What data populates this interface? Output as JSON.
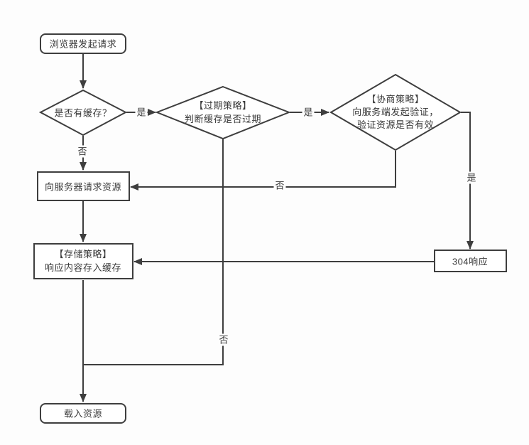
{
  "diagram": {
    "type": "flowchart",
    "topic": "browser-cache-request-flow",
    "colors": {
      "background": "#fdfdfd",
      "line": "#3e3e3e",
      "node_fill": "#ffffff",
      "text": "#3a3a3a"
    },
    "nodes": {
      "start": {
        "label": "浏览器发起请求",
        "shape": "rounded-rect"
      },
      "has_cache": {
        "label": "是否有缓存？",
        "shape": "diamond"
      },
      "expire": {
        "line1": "【过期策略】",
        "line2": "判断缓存是否过期",
        "shape": "diamond"
      },
      "negotiate": {
        "line1": "【协商策略】",
        "line2": "向服务端发起验证，",
        "line3": "验证资源是否有效",
        "shape": "diamond"
      },
      "request_server": {
        "label": "向服务器请求资源",
        "shape": "rect"
      },
      "store": {
        "line1": "【存储策略】",
        "line2": "响应内容存入缓存",
        "shape": "rect"
      },
      "resp_304": {
        "label": "304响应",
        "shape": "rect"
      },
      "load": {
        "label": "载入资源",
        "shape": "rounded-rect"
      }
    },
    "edge_labels": {
      "has_cache_yes": "是",
      "has_cache_no": "否",
      "expire_yes": "是",
      "expire_no": "否",
      "negotiate_yes": "是",
      "negotiate_no": "否"
    },
    "edges": [
      {
        "from": "start",
        "to": "has_cache",
        "label": ""
      },
      {
        "from": "has_cache",
        "to": "expire",
        "label": "是"
      },
      {
        "from": "has_cache",
        "to": "request_server",
        "label": "否"
      },
      {
        "from": "expire",
        "to": "negotiate",
        "label": "是"
      },
      {
        "from": "expire",
        "to": "load",
        "label": "否"
      },
      {
        "from": "negotiate",
        "to": "resp_304",
        "label": "是"
      },
      {
        "from": "negotiate",
        "to": "request_server",
        "label": "否"
      },
      {
        "from": "resp_304",
        "to": "store",
        "label": ""
      },
      {
        "from": "request_server",
        "to": "store",
        "label": ""
      },
      {
        "from": "store",
        "to": "load",
        "label": ""
      }
    ]
  }
}
